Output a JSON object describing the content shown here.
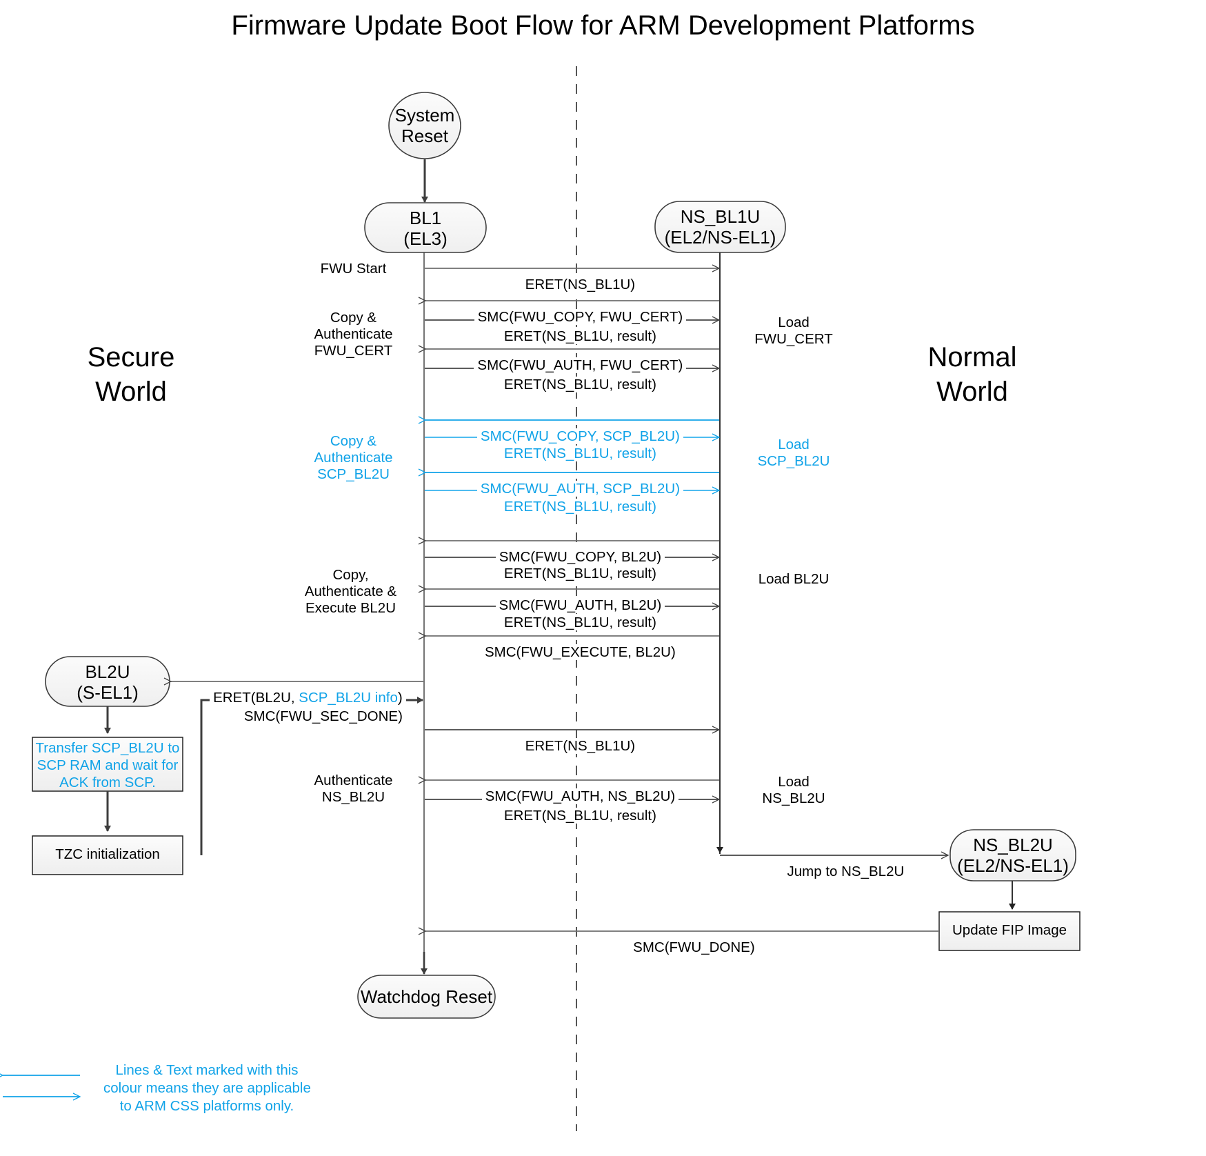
{
  "title": "Firmware Update Boot Flow for ARM Development Platforms",
  "worlds": {
    "secure": "Secure\nWorld",
    "secure_line1": "Secure",
    "secure_line2": "World",
    "normal_line1": "Normal",
    "normal_line2": "World"
  },
  "colors": {
    "accent_cyan": "#11A3E8",
    "line_dark": "#3D3D3D",
    "line_gray": "#666666",
    "node_fill": "#F4F4F4",
    "node_stroke": "#3D3D3D",
    "text": "#000000"
  },
  "nodes": {
    "system_reset": {
      "line1": "System",
      "line2": "Reset"
    },
    "bl1": {
      "line1": "BL1",
      "line2": "(EL3)"
    },
    "ns_bl1u": {
      "line1": "NS_BL1U",
      "line2": "(EL2/NS-EL1)"
    },
    "bl2u": {
      "line1": "BL2U",
      "line2": "(S-EL1)"
    },
    "ns_bl2u": {
      "line1": "NS_BL2U",
      "line2": "(EL2/NS-EL1)"
    },
    "watchdog_reset": {
      "line1": "Watchdog Reset"
    },
    "transfer_box": {
      "line1": "Transfer SCP_BL2U to",
      "line2": "SCP RAM and wait for",
      "line3": "ACK from SCP."
    },
    "tzc_box": {
      "line1": "TZC initialization"
    },
    "update_fip_box": {
      "line1": "Update FIP Image"
    }
  },
  "messages": [
    {
      "id": "m1",
      "text": "ERET(NS_BL1U)",
      "dir": "right",
      "color": "dark"
    },
    {
      "id": "m2",
      "text": "SMC(FWU_COPY, FWU_CERT)",
      "dir": "left",
      "color": "dark"
    },
    {
      "id": "m3",
      "text": "ERET(NS_BL1U, result)",
      "dir": "right",
      "color": "dark"
    },
    {
      "id": "m4",
      "text": "SMC(FWU_AUTH, FWU_CERT)",
      "dir": "left",
      "color": "dark"
    },
    {
      "id": "m5",
      "text": "ERET(NS_BL1U, result)",
      "dir": "right",
      "color": "dark"
    },
    {
      "id": "m6",
      "text": "SMC(FWU_COPY, SCP_BL2U)",
      "dir": "left",
      "color": "cyan"
    },
    {
      "id": "m7",
      "text": "ERET(NS_BL1U, result)",
      "dir": "right",
      "color": "cyan"
    },
    {
      "id": "m8",
      "text": "SMC(FWU_AUTH, SCP_BL2U)",
      "dir": "left",
      "color": "cyan"
    },
    {
      "id": "m9",
      "text": "ERET(NS_BL1U, result)",
      "dir": "right",
      "color": "cyan"
    },
    {
      "id": "m10",
      "text": "SMC(FWU_COPY, BL2U)",
      "dir": "left",
      "color": "dark"
    },
    {
      "id": "m11",
      "text": "ERET(NS_BL1U, result)",
      "dir": "right",
      "color": "dark"
    },
    {
      "id": "m12",
      "text": "SMC(FWU_AUTH, BL2U)",
      "dir": "left",
      "color": "dark"
    },
    {
      "id": "m13",
      "text": "ERET(NS_BL1U, result)",
      "dir": "right",
      "color": "dark"
    },
    {
      "id": "m14",
      "text": "SMC(FWU_EXECUTE, BL2U)",
      "dir": "left",
      "color": "dark"
    },
    {
      "id": "m15",
      "text_a": "ERET(BL2U, ",
      "text_b": "SCP_BL2U info",
      "text_c": ")",
      "dir": "left",
      "color": "dark"
    },
    {
      "id": "m16",
      "text": "SMC(FWU_SEC_DONE)",
      "dir": "right",
      "color": "dark"
    },
    {
      "id": "m17",
      "text": "ERET(NS_BL1U)",
      "dir": "right",
      "color": "dark"
    },
    {
      "id": "m18",
      "text": "SMC(FWU_AUTH, NS_BL2U)",
      "dir": "left",
      "color": "dark"
    },
    {
      "id": "m19",
      "text": "ERET(NS_BL1U, result)",
      "dir": "right",
      "color": "dark"
    },
    {
      "id": "m20",
      "text": "Jump to NS_BL2U",
      "dir": "right",
      "color": "dark"
    },
    {
      "id": "m21",
      "text": "SMC(FWU_DONE)",
      "dir": "left",
      "color": "dark"
    }
  ],
  "side_labels": {
    "left": [
      {
        "id": "l1",
        "lines": [
          "FWU Start"
        ],
        "color": "dark"
      },
      {
        "id": "l2",
        "lines": [
          "Copy &",
          "Authenticate",
          "FWU_CERT"
        ],
        "color": "dark"
      },
      {
        "id": "l3",
        "lines": [
          "Copy &",
          "Authenticate",
          "SCP_BL2U"
        ],
        "color": "cyan"
      },
      {
        "id": "l4",
        "lines": [
          "Copy,",
          "Authenticate &",
          "Execute BL2U"
        ],
        "color": "dark"
      },
      {
        "id": "l5",
        "lines": [
          "Authenticate",
          "NS_BL2U"
        ],
        "color": "dark"
      }
    ],
    "right": [
      {
        "id": "r1",
        "lines": [
          "Load",
          "FWU_CERT"
        ],
        "color": "dark"
      },
      {
        "id": "r2",
        "lines": [
          "Load",
          "SCP_BL2U"
        ],
        "color": "cyan"
      },
      {
        "id": "r3",
        "lines": [
          "Load BL2U"
        ],
        "color": "dark"
      },
      {
        "id": "r4",
        "lines": [
          "Load",
          "NS_BL2U"
        ],
        "color": "dark"
      },
      {
        "id": "r5",
        "lines": [
          "Load",
          "NS_BL2U"
        ],
        "color": "dark"
      }
    ]
  },
  "legend": {
    "line1": "Lines & Text marked with this",
    "line2": "colour means they are applicable",
    "line3": "to ARM CSS platforms only."
  }
}
